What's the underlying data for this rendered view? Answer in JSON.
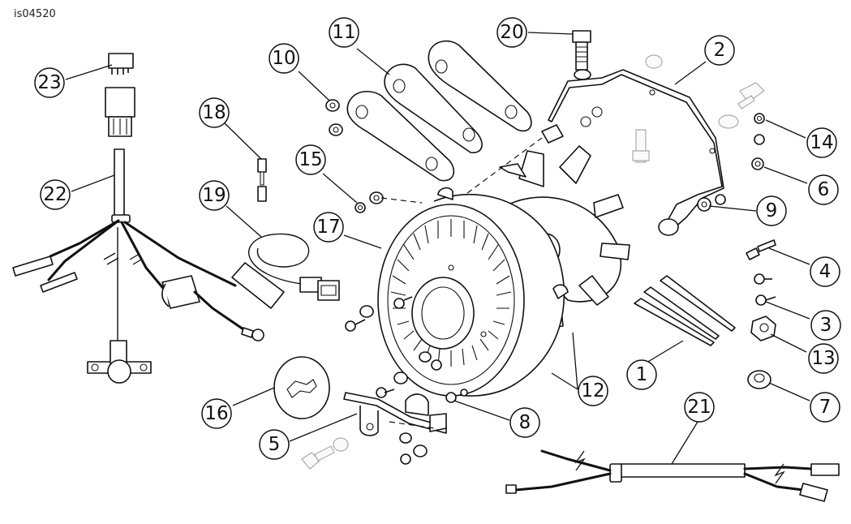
{
  "figure_id": "is04520",
  "callouts": [
    "1",
    "2",
    "3",
    "4",
    "5",
    "6",
    "7",
    "8",
    "9",
    "10",
    "11",
    "12",
    "13",
    "14",
    "15",
    "16",
    "17",
    "18",
    "19",
    "20",
    "21",
    "22",
    "23"
  ]
}
